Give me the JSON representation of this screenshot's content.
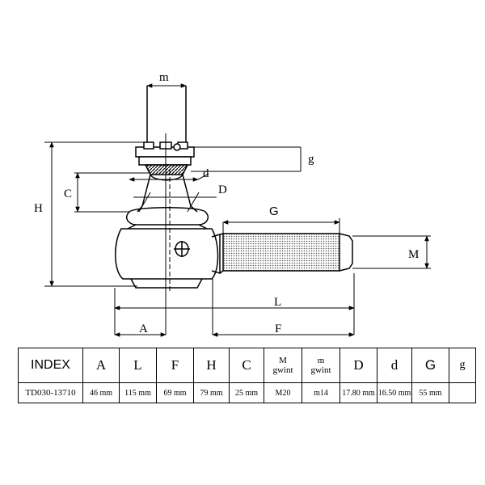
{
  "diagram": {
    "labels": {
      "m": "m",
      "g": "g",
      "d": "d",
      "C": "C",
      "D": "D",
      "H": "H",
      "G": "G",
      "M": "M",
      "L": "L",
      "A": "A",
      "F": "F"
    }
  },
  "table": {
    "headers": [
      {
        "key": "index",
        "label": "INDEX"
      },
      {
        "key": "A",
        "label": "A"
      },
      {
        "key": "L",
        "label": "L"
      },
      {
        "key": "F",
        "label": "F"
      },
      {
        "key": "H",
        "label": "H"
      },
      {
        "key": "C",
        "label": "C"
      },
      {
        "key": "M",
        "label": "M",
        "sub": "gwint"
      },
      {
        "key": "m",
        "label": "m",
        "sub": "gwint"
      },
      {
        "key": "D",
        "label": "D"
      },
      {
        "key": "d",
        "label": "d"
      },
      {
        "key": "G",
        "label": "G"
      },
      {
        "key": "g",
        "label": "g"
      }
    ],
    "row": {
      "index": "TD030-13710",
      "A": "46 mm",
      "L": "115 mm",
      "F": "69 mm",
      "H": "79 mm",
      "C": "25 mm",
      "M": "M20",
      "m": "m14",
      "D": "17.80 mm",
      "d": "16.50 mm",
      "G": "55 mm",
      "g": ""
    }
  }
}
